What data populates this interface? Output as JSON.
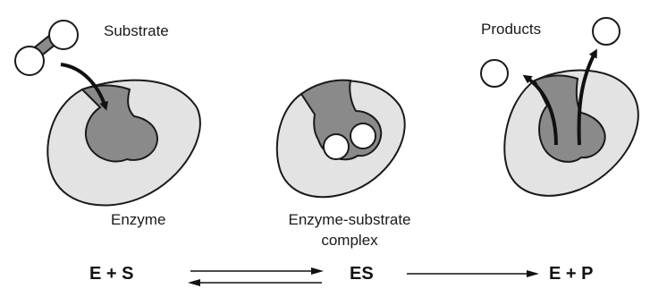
{
  "labels": {
    "substrate": "Substrate",
    "products": "Products",
    "enzyme": "Enzyme",
    "complex_line1": "Enzyme-substrate",
    "complex_line2": "complex"
  },
  "equation": {
    "reactants": "E + S",
    "intermediate": "ES",
    "products": "E + P"
  },
  "colors": {
    "enzyme_fill": "#e3e3e3",
    "active_site_fill": "#8a8a8a",
    "outline": "#1a1a1a",
    "molecule_fill": "#ffffff"
  }
}
